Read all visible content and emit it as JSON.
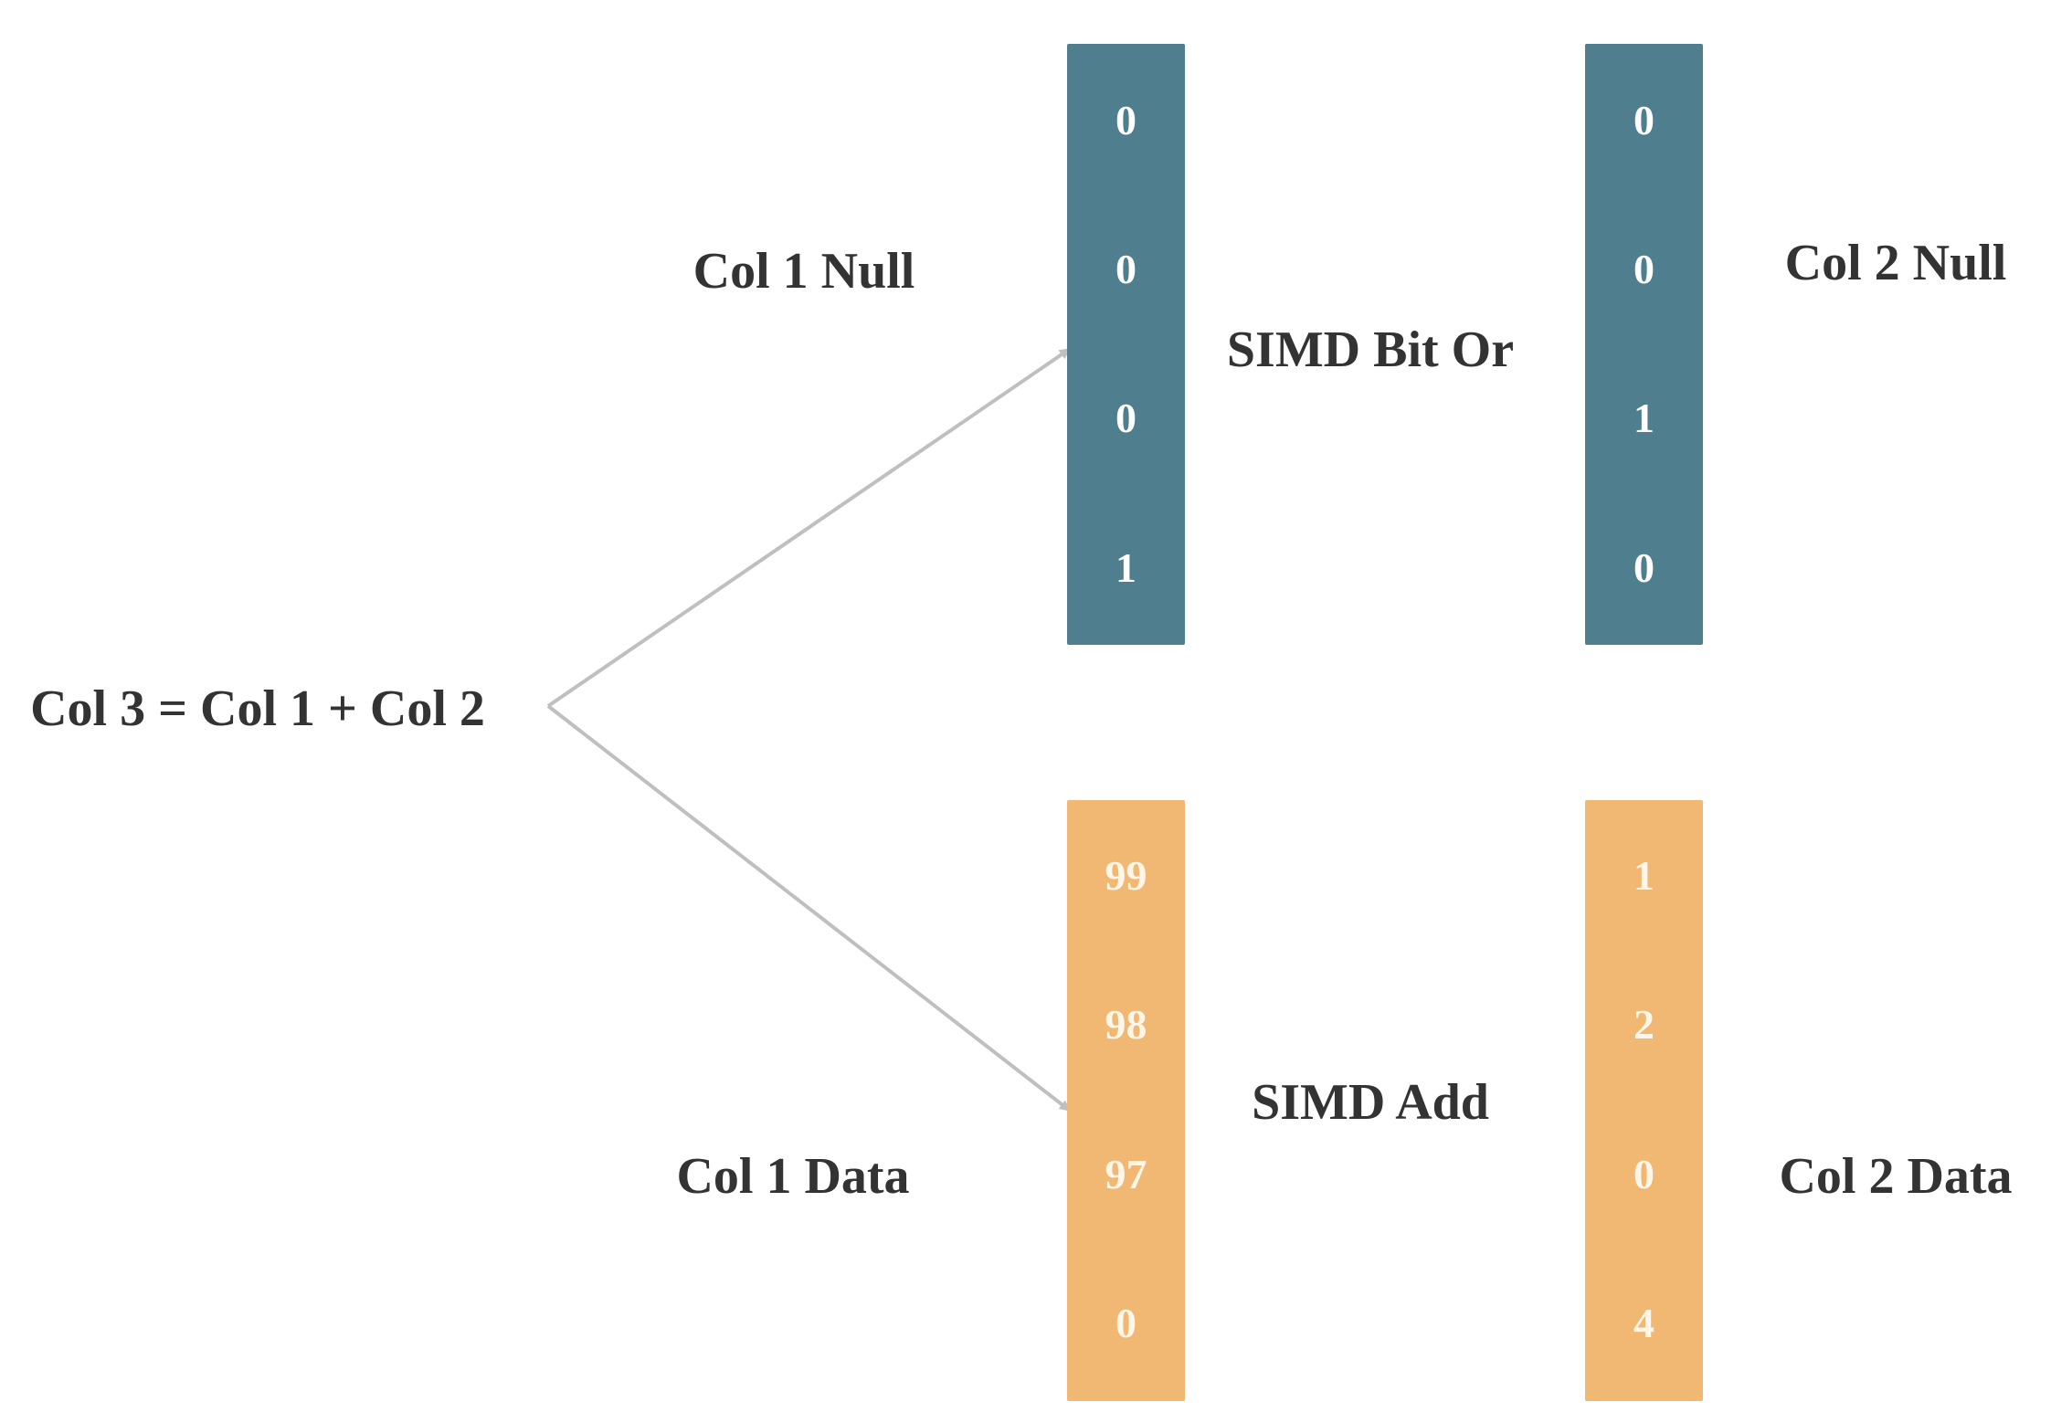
{
  "colors": {
    "null_fill": "#4F7F8F",
    "data_fill": "#F0B872",
    "arrow": "#BFBFBF",
    "label_text": "#333333"
  },
  "labels": {
    "expression": "Col 3 = Col 1 + Col 2",
    "col1_null": "Col 1 Null",
    "col2_null": "Col 2 Null",
    "col1_data": "Col 1 Data",
    "col2_data": "Col 2 Data",
    "simd_or": "SIMD Bit Or",
    "simd_add": "SIMD Add"
  },
  "columns": {
    "col1_null": [
      "0",
      "0",
      "0",
      "1"
    ],
    "col2_null": [
      "0",
      "0",
      "1",
      "0"
    ],
    "col1_data": [
      "99",
      "98",
      "97",
      "0"
    ],
    "col2_data": [
      "1",
      "2",
      "0",
      "4"
    ]
  }
}
